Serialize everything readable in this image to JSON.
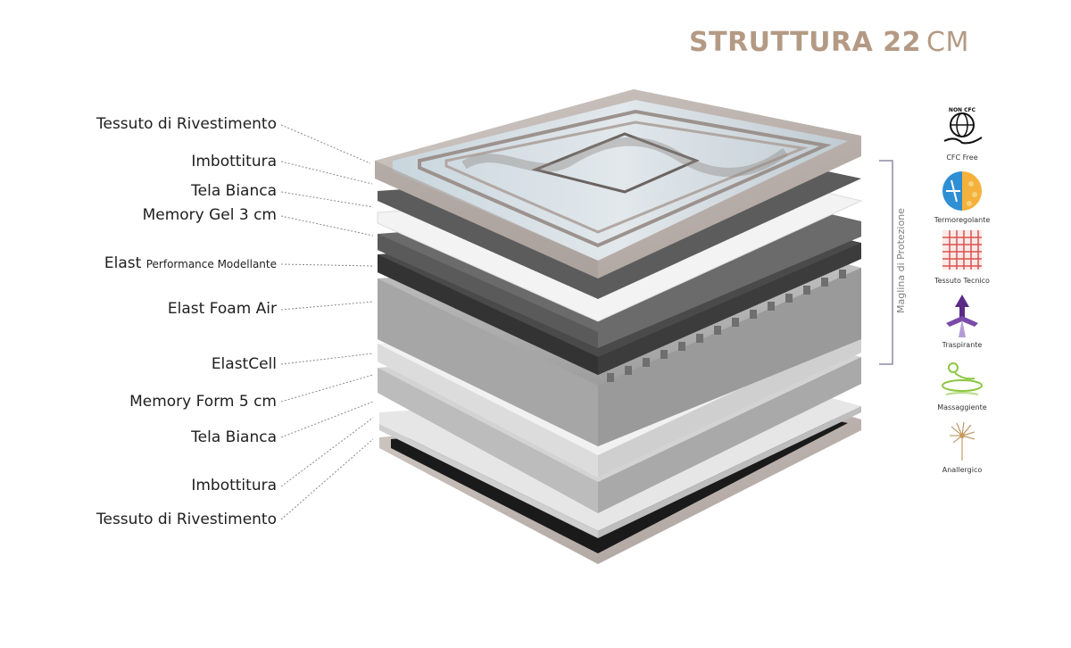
{
  "title": {
    "main": "STRUTTURA 22",
    "unit": "CM"
  },
  "labels": [
    {
      "text": "Tessuto di Rivestimento"
    },
    {
      "text": "Imbottitura"
    },
    {
      "text": "Tela Bianca"
    },
    {
      "text": "Memory Gel 3 cm"
    },
    {
      "text": "Elast",
      "suffix": "Performance Modellante"
    },
    {
      "text": "Elast Foam Air"
    },
    {
      "text": "ElastCell"
    },
    {
      "text": "Memory Form 5 cm"
    },
    {
      "text": "Tela Bianca"
    },
    {
      "text": "Imbottitura"
    },
    {
      "text": "Tessuto di Rivestimento"
    }
  ],
  "bracket": {
    "text": "Maglina di Protezione"
  },
  "features": [
    {
      "caption": "CFC Free",
      "badge": "NON CFC",
      "icon": "globe-hand-icon"
    },
    {
      "caption": "Termoregolante",
      "icon": "sun-snowflake-icon"
    },
    {
      "caption": "Tessuto Tecnico",
      "icon": "weave-icon"
    },
    {
      "caption": "Traspirante",
      "icon": "arrows-icon"
    },
    {
      "caption": "Massaggiente",
      "icon": "massage-icon"
    },
    {
      "caption": "Anallergico",
      "icon": "dandelion-icon"
    }
  ],
  "colors": {
    "title": "#b49a84",
    "leader": "#8a8a8a",
    "bracket": "#8d8aa8"
  }
}
